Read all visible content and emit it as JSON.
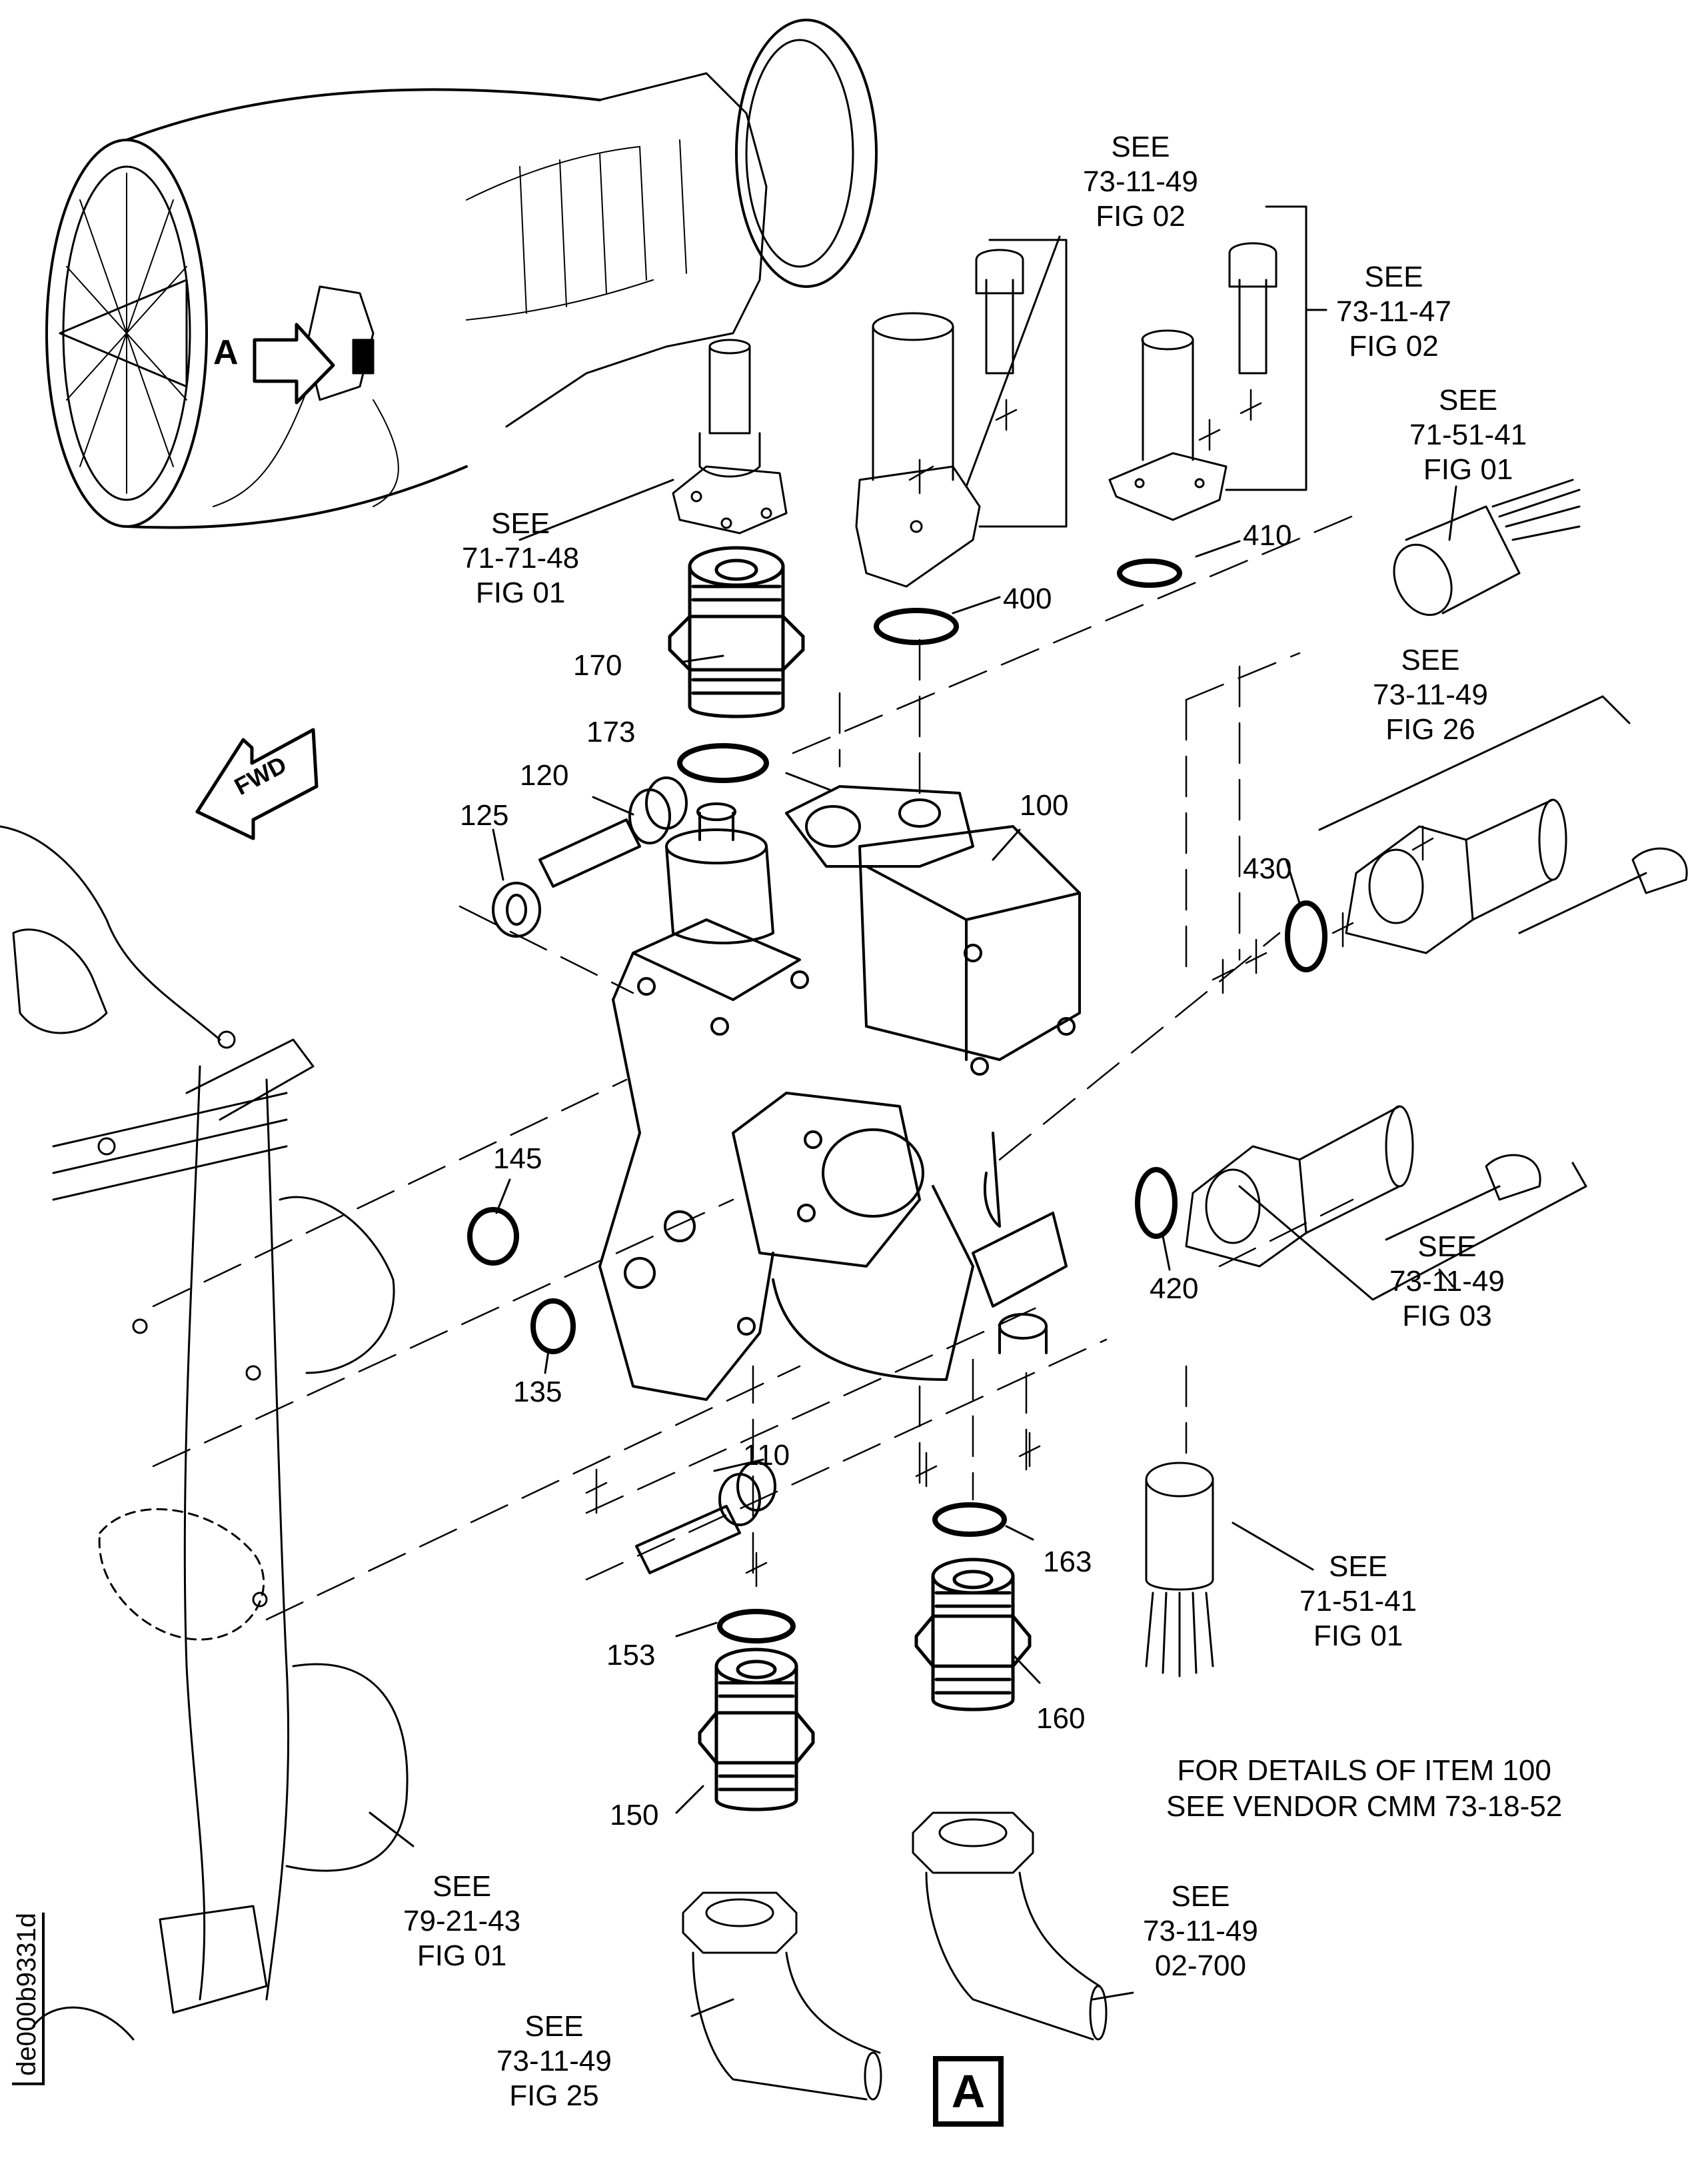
{
  "figure": {
    "id": "de000b9331d",
    "view_marker": "A",
    "locator_marker": "A",
    "fwd_label": "FWD",
    "note": [
      "FOR DETAILS OF ITEM 100",
      "SEE VENDOR CMM 73-18-52"
    ]
  },
  "items": [
    {
      "num": "100",
      "desc": "main unit"
    },
    {
      "num": "110",
      "desc": "bolt"
    },
    {
      "num": "120",
      "desc": "bolt"
    },
    {
      "num": "125",
      "desc": "washer"
    },
    {
      "num": "135",
      "desc": "packing ring"
    },
    {
      "num": "145",
      "desc": "packing ring"
    },
    {
      "num": "150",
      "desc": "union fitting"
    },
    {
      "num": "153",
      "desc": "packing ring"
    },
    {
      "num": "160",
      "desc": "union fitting"
    },
    {
      "num": "163",
      "desc": "packing ring"
    },
    {
      "num": "170",
      "desc": "union fitting"
    },
    {
      "num": "173",
      "desc": "packing ring"
    },
    {
      "num": "400",
      "desc": "packing ring"
    },
    {
      "num": "410",
      "desc": "packing ring"
    },
    {
      "num": "420",
      "desc": "packing ring"
    },
    {
      "num": "430",
      "desc": "packing ring"
    }
  ],
  "references": [
    {
      "key": "ref-73-11-49-fig02",
      "see": "SEE",
      "doc": "73-11-49",
      "fig": "FIG 02"
    },
    {
      "key": "ref-73-11-47-fig02",
      "see": "SEE",
      "doc": "73-11-47",
      "fig": "FIG 02"
    },
    {
      "key": "ref-71-51-41-fig01-top",
      "see": "SEE",
      "doc": "71-51-41",
      "fig": "FIG 01"
    },
    {
      "key": "ref-71-71-48-fig01",
      "see": "SEE",
      "doc": "71-71-48",
      "fig": "FIG 01"
    },
    {
      "key": "ref-73-11-49-fig26",
      "see": "SEE",
      "doc": "73-11-49",
      "fig": "FIG 26"
    },
    {
      "key": "ref-73-11-49-fig03",
      "see": "SEE",
      "doc": "73-11-49",
      "fig": "FIG 03"
    },
    {
      "key": "ref-71-51-41-fig01-bottom",
      "see": "SEE",
      "doc": "71-51-41",
      "fig": "FIG 01"
    },
    {
      "key": "ref-79-21-43-fig01",
      "see": "SEE",
      "doc": "79-21-43",
      "fig": "FIG 01"
    },
    {
      "key": "ref-73-11-49-fig25",
      "see": "SEE",
      "doc": "73-11-49",
      "fig": "FIG 25"
    },
    {
      "key": "ref-73-11-49-02-700",
      "see": "SEE",
      "doc": "73-11-49",
      "fig": "02-700"
    }
  ]
}
